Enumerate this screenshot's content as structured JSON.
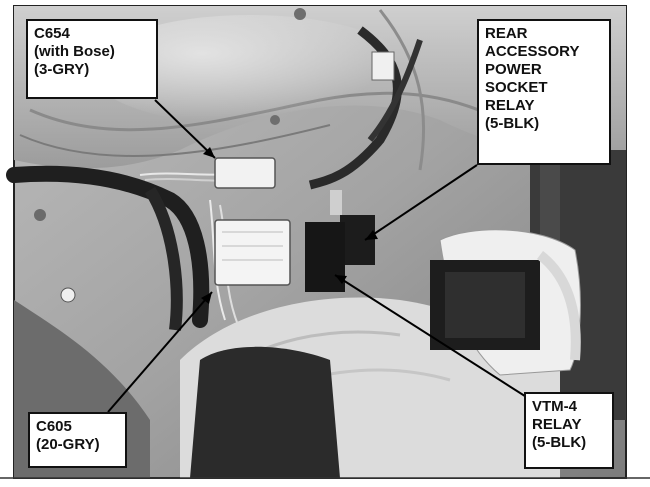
{
  "callouts": {
    "c654": {
      "lines": [
        "C654",
        "(with Bose)",
        "(3-GRY)"
      ]
    },
    "rear_accessory": {
      "lines": [
        "REAR",
        "ACCESSORY",
        "POWER",
        "SOCKET",
        "RELAY",
        "(5-BLK)"
      ]
    },
    "c605": {
      "lines": [
        "C605",
        "(20-GRY)"
      ]
    },
    "vtm4": {
      "lines": [
        "VTM-4",
        "RELAY",
        "(5-BLK)"
      ]
    }
  },
  "colors": {
    "background": "#ffffff",
    "photo_mid": "#9a9a9a",
    "photo_dark": "#2a2a2a",
    "label_border": "#111111"
  }
}
